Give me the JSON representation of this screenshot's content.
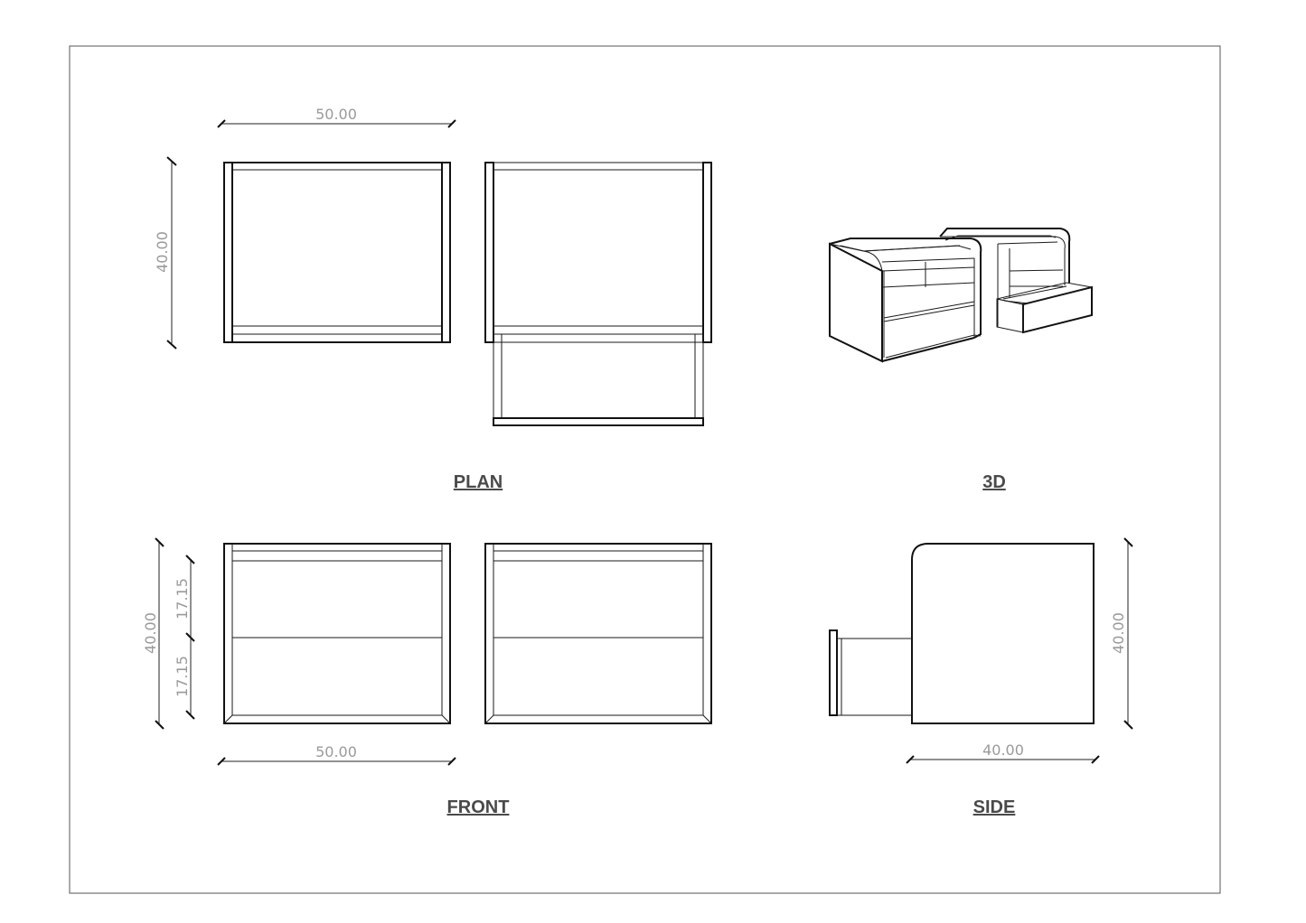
{
  "views": {
    "plan": "PLAN",
    "three_d": "3D",
    "front": "FRONT",
    "side": "SIDE"
  },
  "dimensions": {
    "plan_width": "50.00",
    "plan_depth": "40.00",
    "front_height": "40.00",
    "front_upper": "17.15",
    "front_lower": "17.15",
    "front_width": "50.00",
    "side_height": "40.00",
    "side_depth": "40.00"
  }
}
